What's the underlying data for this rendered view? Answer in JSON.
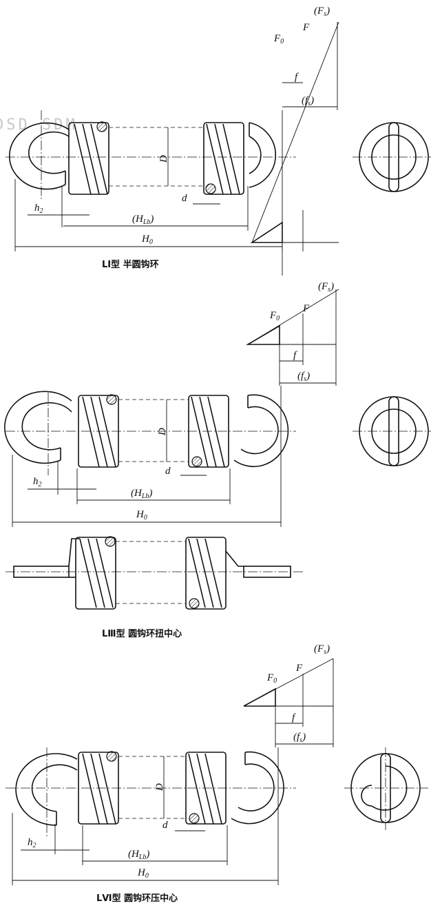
{
  "watermark": "DSD  SDM",
  "labels": {
    "D": "D",
    "d": "d",
    "h2": "h",
    "h2_sub": "2",
    "H0": "H",
    "H0_sub": "0",
    "HLb": "(H",
    "HLb_sub": "Lb",
    "HLb_close": ")",
    "F": "F",
    "F0": "F",
    "F0_sub": "0",
    "f": "f",
    "fs": "(f",
    "fs_sub": "s",
    "fs_close": ")",
    "Fs": "(F",
    "Fs_sub": "s",
    "Fs_close": ")"
  },
  "diagrams": [
    {
      "caption": "LⅠ型  半圆钩环"
    },
    {
      "caption": "LⅢ型  圆钩环扭中心"
    },
    {
      "caption": "LⅥ型  圆钩环压中心"
    }
  ]
}
